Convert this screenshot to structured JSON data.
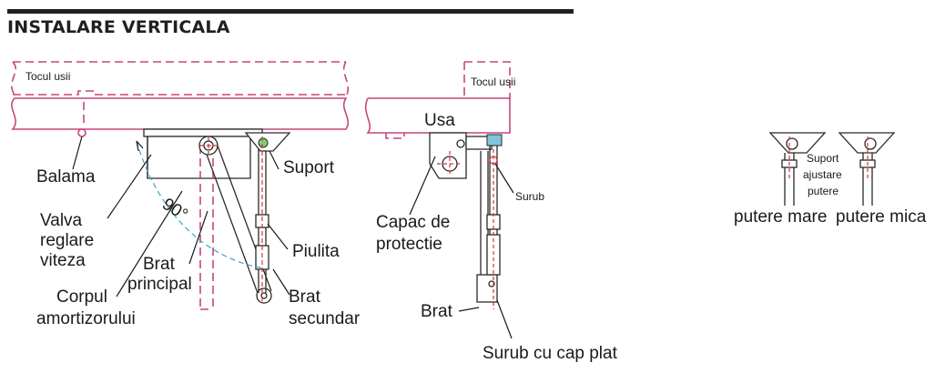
{
  "title": "INSTALARE VERTICALA",
  "labels": {
    "tocul_usii_left": "Tocul usii",
    "tocul_usii_right": "Tocul usii",
    "balama": "Balama",
    "valva_line1": "Valva",
    "valva_line2": "reglare",
    "valva_line3": "viteza",
    "corpul_line1": "Corpul",
    "corpul_line2": "amortizorului",
    "brat_principal_line1": "Brat",
    "brat_principal_line2": "principal",
    "angle": "90°",
    "suport": "Suport",
    "piulita": "Piulita",
    "brat_secundar_line1": "Brat",
    "brat_secundar_line2": "secundar",
    "usa": "Usa",
    "capac_line1": "Capac de",
    "capac_line2": "protectie",
    "surub": "Surub",
    "brat": "Brat",
    "surub_cap_plat": "Surub cu cap plat",
    "suport_ajustare_line1": "Suport",
    "suport_ajustare_line2": "ajustare",
    "suport_ajustare_line3": "putere",
    "putere_mare": "putere mare",
    "putere_mica": "putere mica"
  },
  "colors": {
    "frame_dashed": "#c4477f",
    "mechanism": "#2a2a2a",
    "arc": "#3aa7c8",
    "title_bar": "#231f20"
  }
}
